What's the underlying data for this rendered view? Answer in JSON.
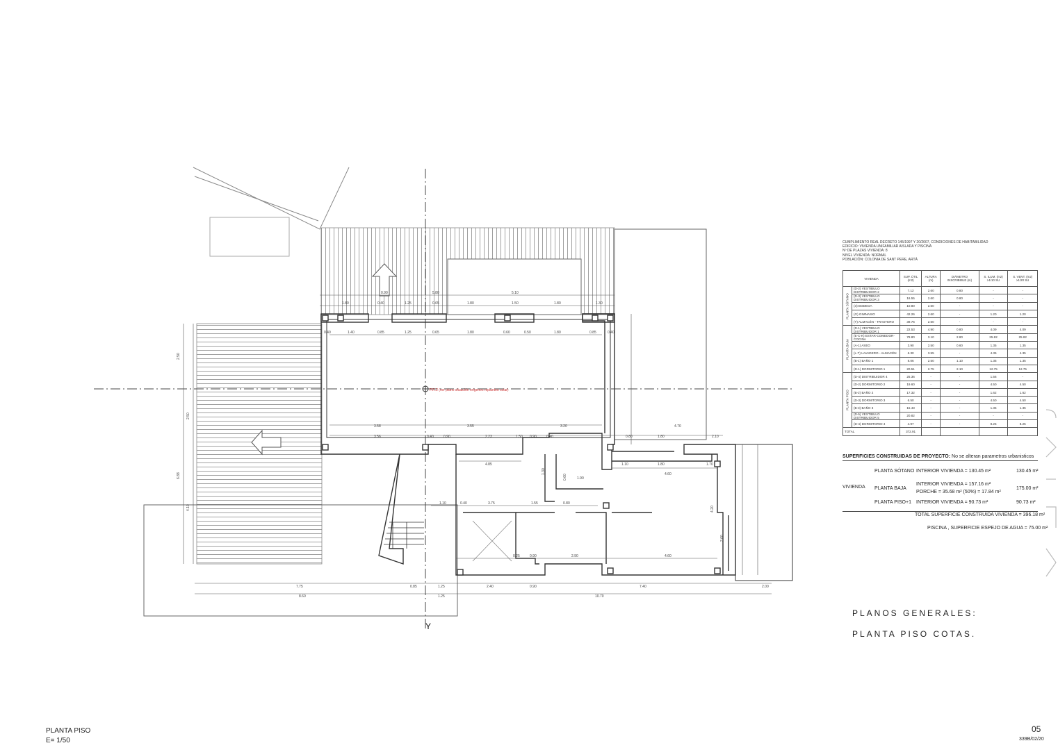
{
  "footer": {
    "plan_name": "PLANTA PISO",
    "scale": "E= 1/50",
    "sheet_number": "05",
    "project_code": "339B/02/20"
  },
  "title_block": {
    "line1": "PLANOS GENERALES:",
    "line2": "PLANTA PISO COTAS."
  },
  "plan": {
    "axis_label": "Y",
    "annotation": "P.R.2 (ver plano situación orígenes replanteo solar)"
  },
  "habitability": {
    "lines": [
      "CUMPLIMIENTO REAL DECRETO 145/1997 Y 20/2007, CONDICIONES DE HABITABILIDAD",
      "EDIFICIO: VIVIENDA UNIFAMILIAR AISLADA Y PISCINA",
      "Nº DE PLAZAS VIVIENDA: 8",
      "NIVEL VIVIENDA: NORMAL",
      "POBLACIÓN: COLONIA DE SANT PERE, ARTÀ"
    ],
    "headers": [
      "VIVIENDA",
      "SUP. ÚTIL (m2)",
      "ALTURA (m)",
      "DIÁMETRO INSCRIBIBLE (m)",
      "S. ILUM. (m2) ≥1/10 SU",
      "S. VENT. (m2) ≥1/20 SU"
    ],
    "groups": [
      {
        "name": "PLANTA SÓTANO",
        "rows": [
          [
            "(D-2) VESTIBULO DISTRIBUIDOR 2",
            "7.12",
            "2.60",
            "0.80",
            "-",
            "-"
          ],
          [
            "(D-3) VESTIBULO DISTRIBUIDOR 3",
            "16.55",
            "2.60",
            "0.80",
            "-",
            "-"
          ],
          [
            "(3) BODEGA",
            "10.80",
            "2.60",
            "-",
            "-",
            "-"
          ],
          [
            "(G) GIMNASIO",
            "42.26",
            "2.60",
            "-",
            "1.20",
            "1.20"
          ],
          [
            "(T) ALMACÉN - TRASTERO",
            "39.76",
            "2.60",
            "-",
            "-",
            "-"
          ]
        ]
      },
      {
        "name": "PLANTA BAJA",
        "rows": [
          [
            "(D-1) VESTIBULO DISTRIBUIDOR 1",
            "22.53",
            "4.90",
            "0.80",
            "4.09",
            "4.09"
          ],
          [
            "(E-C-K) ESTAR-COMEDOR-COCINA",
            "78.80",
            "3.10",
            "2.80",
            "25.82",
            "25.82"
          ],
          [
            "(A-1) ASEO",
            "3.90",
            "2.50",
            "0.60",
            "1.35",
            "1.35"
          ],
          [
            "(L-T) LAVADERO - ALMACÉN",
            "6.30",
            "3.55",
            "-",
            "4.35",
            "4.35"
          ],
          [
            "(B-1) BAÑO 1",
            "8.06",
            "2.50",
            "1.10",
            "1.35",
            "1.35"
          ],
          [
            "(D-1) DORMITORIO 1",
            "20.51",
            "2.75",
            "2.10",
            "12.75",
            "12.75"
          ]
        ]
      },
      {
        "name": "PLANTA PISO",
        "rows": [
          [
            "(D-4) DISTRIBUIDOR 4",
            "25.36",
            "-",
            "-",
            "1.56",
            "-"
          ],
          [
            "(D-2) DORMITORIO 2",
            "19.60",
            "-",
            "-",
            "4.50",
            "4.50"
          ],
          [
            "(B-2) BAÑO 2",
            "17.32",
            "-",
            "-",
            "1.62",
            "1.62"
          ],
          [
            "(D-3) DORMITORIO 3",
            "6.50",
            "-",
            "-",
            "4.50",
            "4.50"
          ],
          [
            "(B-3) BAÑO 3",
            "15.43",
            "-",
            "-",
            "1.35",
            "1.35"
          ],
          [
            "(D-5) VESTIBULO DISTRIBUIDOR 5",
            "20.82",
            "-",
            "-",
            "-",
            "-"
          ],
          [
            "(D-4) DORMITORIO 4",
            "4.97",
            "-",
            "-",
            "8.25",
            "8.25"
          ]
        ]
      }
    ],
    "total_label": "TOTAL",
    "total_value": "372.91"
  },
  "surfaces": {
    "title": "SUPERFICIES CONSTRUIDAS DE PROYECTO:",
    "note": "No se alteran parametros urbanisticos",
    "group_label": "VIVIENDA",
    "rows": [
      {
        "level": "PLANTA SÓTANO",
        "detail": [
          "INTERIOR VIVIENDA = 130.45 m²"
        ],
        "total": "130.45 m²"
      },
      {
        "level": "PLANTA BAJA",
        "detail": [
          "INTERIOR VIVIENDA = 157.16 m²",
          "PORCHE = 35.68 m² (50%) = 17.84 m²"
        ],
        "total": "175.00 m²"
      },
      {
        "level": "PLANTA PISO+1",
        "detail": [
          "INTERIOR VIVIENDA = 90.73 m²"
        ],
        "total": "90.73 m²"
      }
    ],
    "total_line": "TOTAL SUPERFICIE CONSTRUIDA VIVIENDA = 396.18 m²",
    "pool_line": "PISCINA , SUPERFICIE ESPEJO DE AGUA = 75.00 m²"
  },
  "dimensions": {
    "top_row1": [
      "0.90",
      "5.80",
      "5.10"
    ],
    "top_row2": [
      "1.80",
      "0.40",
      "1.25",
      "0.65",
      "1.80",
      "1.50",
      "1.80",
      "1.30"
    ],
    "top_inner": [
      "0.40",
      "1.40",
      "0.85",
      "1.25",
      "0.65",
      "1.80",
      "0.60",
      "0.50",
      "1.80",
      "0.85",
      "0.40"
    ],
    "bottom_row1": [
      "7.75",
      "0.85",
      "1.25",
      "2.40",
      "0.90",
      "7.40",
      "2.00"
    ],
    "bottom_row2": [
      "8.60",
      "1.25",
      "10.70"
    ],
    "middle_row": [
      "3.58",
      "3.55",
      "3.20",
      "4.70"
    ],
    "middle_row2": [
      "3.56",
      "0.40",
      "0.90",
      "2.23",
      "1.50",
      "0.90",
      "0.40",
      "0.80",
      "1.80",
      "2.10"
    ],
    "left_vertical": [
      "2.50",
      "2.50",
      "6.88",
      "4.10"
    ],
    "interior": [
      "4.85",
      "1.30",
      "1.90",
      "0.60",
      "1.10",
      "1.80",
      "1.70",
      "4.60",
      "1.10",
      "0.40",
      "3.75",
      "1.55",
      "0.80",
      "4.20",
      "2.60",
      "2.90",
      "4.60",
      "0.25",
      "0.90"
    ]
  }
}
